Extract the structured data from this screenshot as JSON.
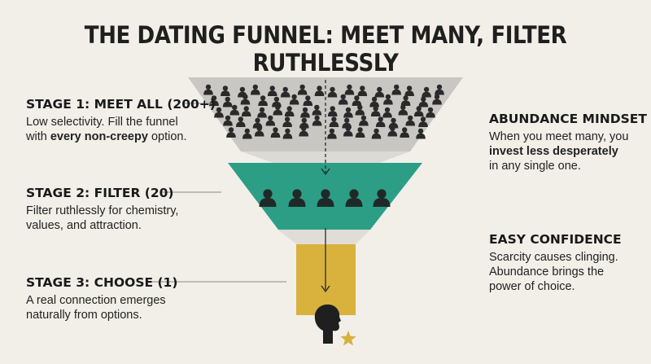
{
  "title": "THE DATING FUNNEL: MEET MANY, FILTER RUTHLESSLY",
  "stages": [
    {
      "heading": "STAGE 1: MEET ALL (200+)",
      "text_a": "Low selectivity. Fill the funnel",
      "text_b": "with ",
      "text_bold": "every non-creepy",
      "text_c": " option."
    },
    {
      "heading": "STAGE 2: FILTER (20)",
      "line1": "Filter ruthlessly for chemistry,",
      "line2": "values, and attraction."
    },
    {
      "heading": "STAGE 3: CHOOSE (1)",
      "line1": "A real connection emerges",
      "line2": "naturally from options."
    }
  ],
  "right_notes": [
    {
      "heading": "ABUNDANCE MINDSET",
      "line1": "When you meet many, you",
      "bold": "invest less desperately",
      "line3": "in any single one."
    },
    {
      "heading": "EASY CONFIDENCE",
      "line1": "Scarcity causes clinging.",
      "line2": "Abundance brings the",
      "line3": "power of choice."
    }
  ],
  "colors": {
    "stage1": "#c9c7c3",
    "stage2": "#2c9e86",
    "stage3": "#d8b23d",
    "icon": "#2a2a2a",
    "star": "#d6b13c"
  },
  "icons": {
    "person": "person-silhouette-icon",
    "head": "head-profile-icon",
    "star": "star-icon"
  }
}
